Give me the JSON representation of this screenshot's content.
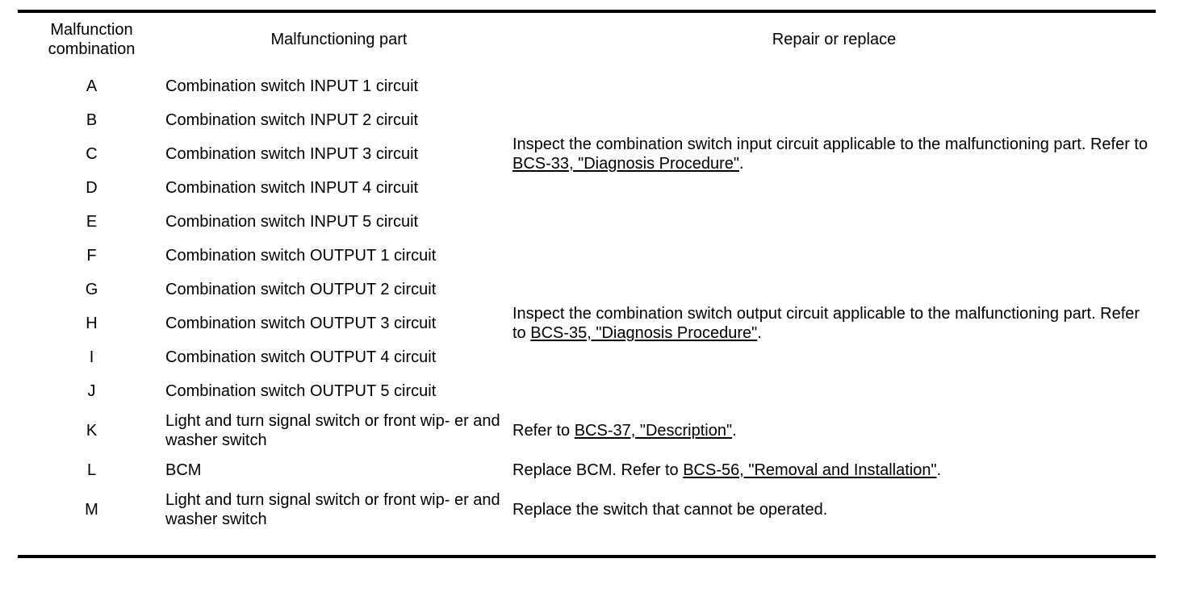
{
  "table": {
    "headers": {
      "col1_line1": "Malfunction",
      "col1_line2": "combination",
      "col2": "Malfunctioning part",
      "col3": "Repair or replace"
    },
    "groups": [
      {
        "id": "input-group",
        "rows": [
          {
            "code": "A",
            "part": "Combination switch INPUT 1 circuit"
          },
          {
            "code": "B",
            "part": "Combination switch INPUT 2 circuit"
          },
          {
            "code": "C",
            "part": "Combination switch INPUT 3 circuit"
          },
          {
            "code": "D",
            "part": "Combination switch INPUT 4 circuit"
          },
          {
            "code": "E",
            "part": "Combination switch INPUT 5 circuit"
          }
        ],
        "action": {
          "text_before": "Inspect the combination switch input circuit applicable to the malfunctioning part. Refer to ",
          "link": "BCS-33, \"Diagnosis Procedure\"",
          "text_after": "."
        }
      },
      {
        "id": "output-group",
        "rows": [
          {
            "code": "F",
            "part": "Combination switch OUTPUT 1 circuit"
          },
          {
            "code": "G",
            "part": "Combination switch OUTPUT 2 circuit"
          },
          {
            "code": "H",
            "part": "Combination switch OUTPUT 3 circuit"
          },
          {
            "code": "I",
            "part": "Combination switch OUTPUT 4 circuit"
          },
          {
            "code": "J",
            "part": "Combination switch OUTPUT 5 circuit"
          }
        ],
        "action": {
          "text_before": "Inspect the combination switch output circuit applicable to the malfunctioning part. Refer to ",
          "link": "BCS-35, \"Diagnosis Procedure\"",
          "text_after": "."
        }
      }
    ],
    "single_rows": [
      {
        "code": "K",
        "part_line1": "Light and turn signal switch or front wip-",
        "part_line2": "er and washer switch",
        "action": {
          "text_before": "Refer to ",
          "link": "BCS-37, \"Description\"",
          "text_after": "."
        }
      },
      {
        "code": "L",
        "part_line1": "BCM",
        "part_line2": "",
        "action": {
          "text_before": "Replace BCM. Refer to ",
          "link": "BCS-56, \"Removal and Installation\"",
          "text_after": "."
        }
      },
      {
        "code": "M",
        "part_line1": "Light and turn signal switch or front wip-",
        "part_line2": "er and washer switch",
        "action": {
          "text_before": "Replace the switch that cannot be operated.",
          "link": "",
          "text_after": ""
        }
      }
    ]
  }
}
